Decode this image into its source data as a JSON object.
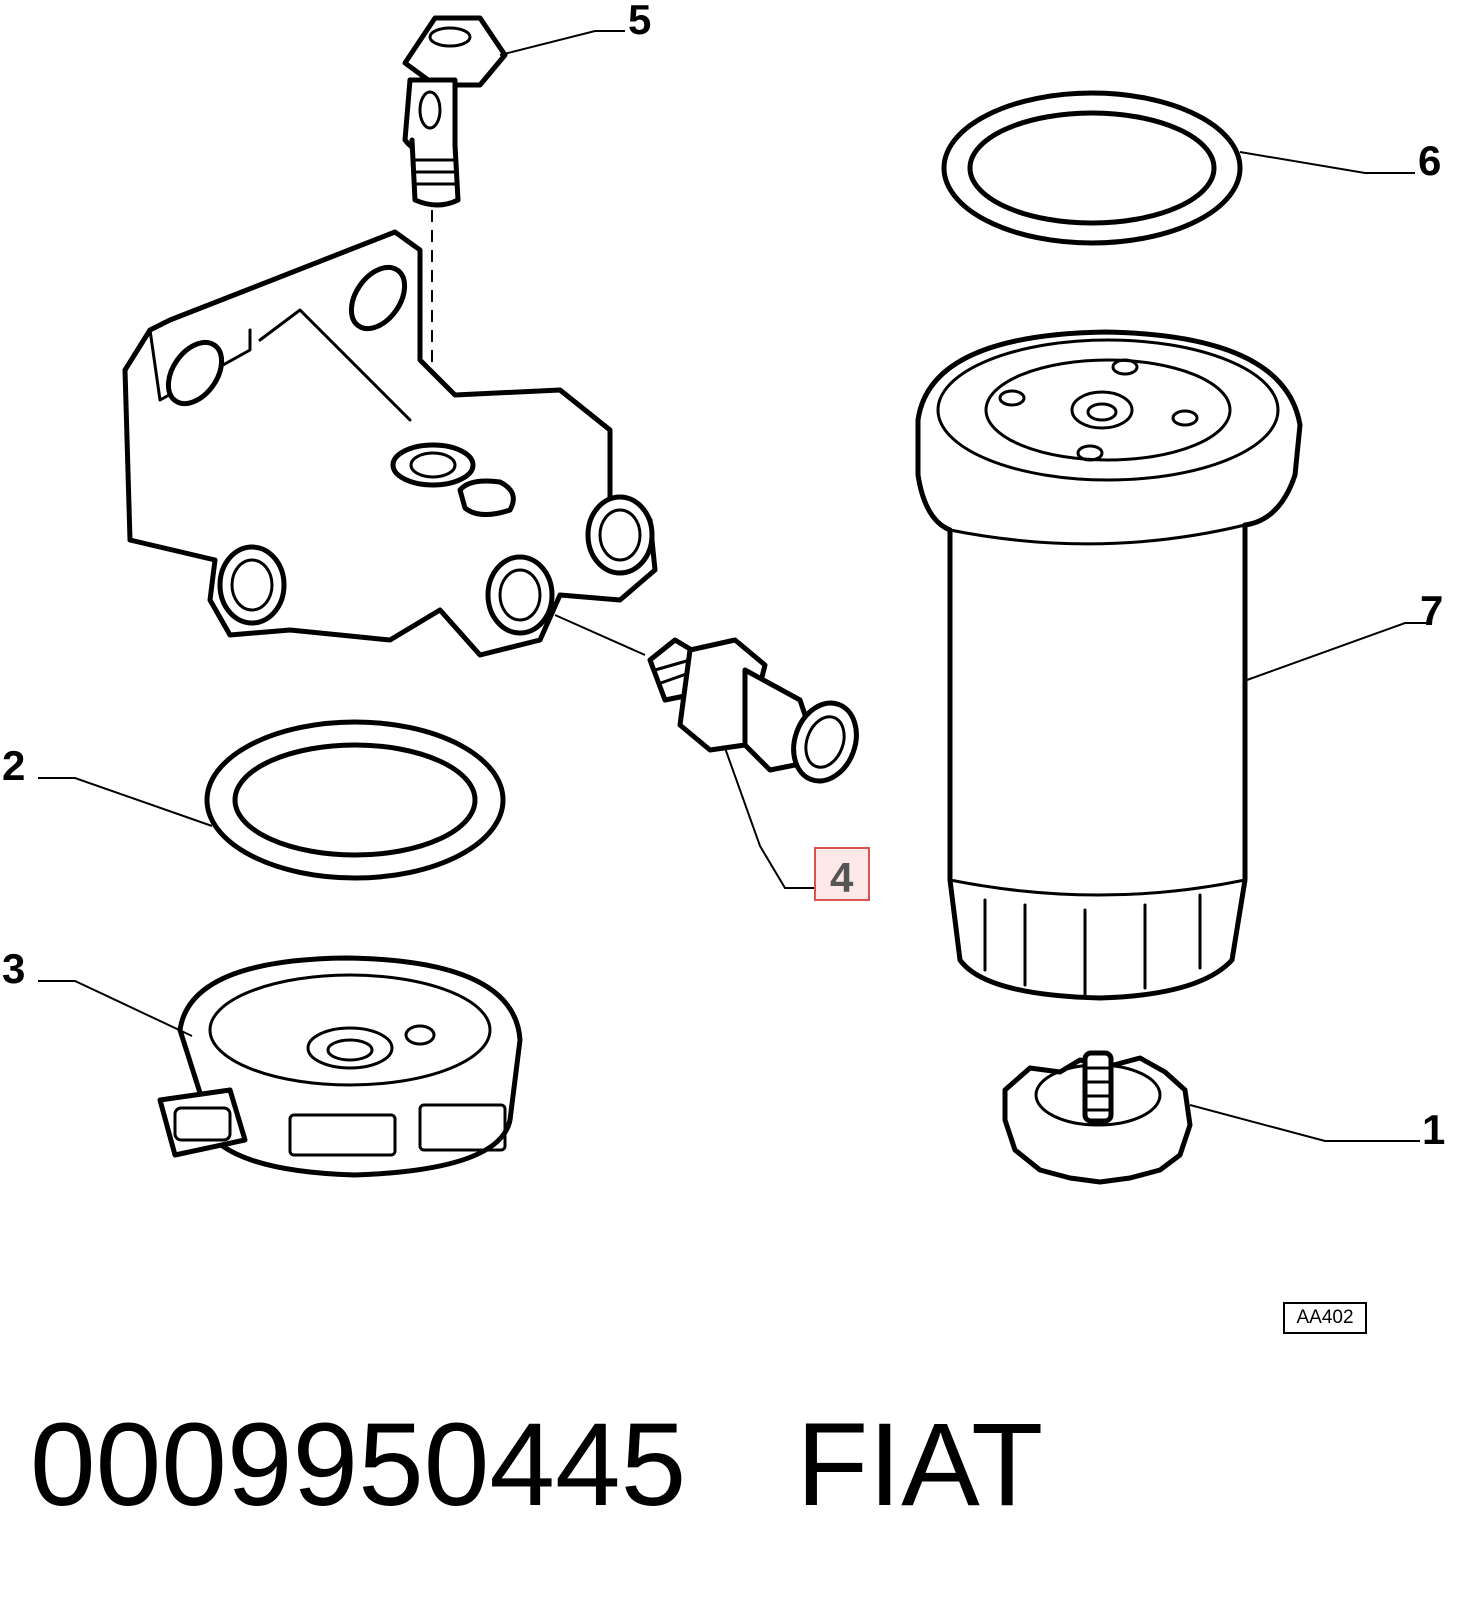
{
  "callouts": {
    "c1": "1",
    "c2": "2",
    "c3": "3",
    "c4": "4",
    "c5": "5",
    "c6": "6",
    "c7": "7"
  },
  "diagram_code": "AA402",
  "caption": {
    "part_number": "0009950445",
    "brand": "FIAT"
  },
  "highlight_color": "#d9534f"
}
